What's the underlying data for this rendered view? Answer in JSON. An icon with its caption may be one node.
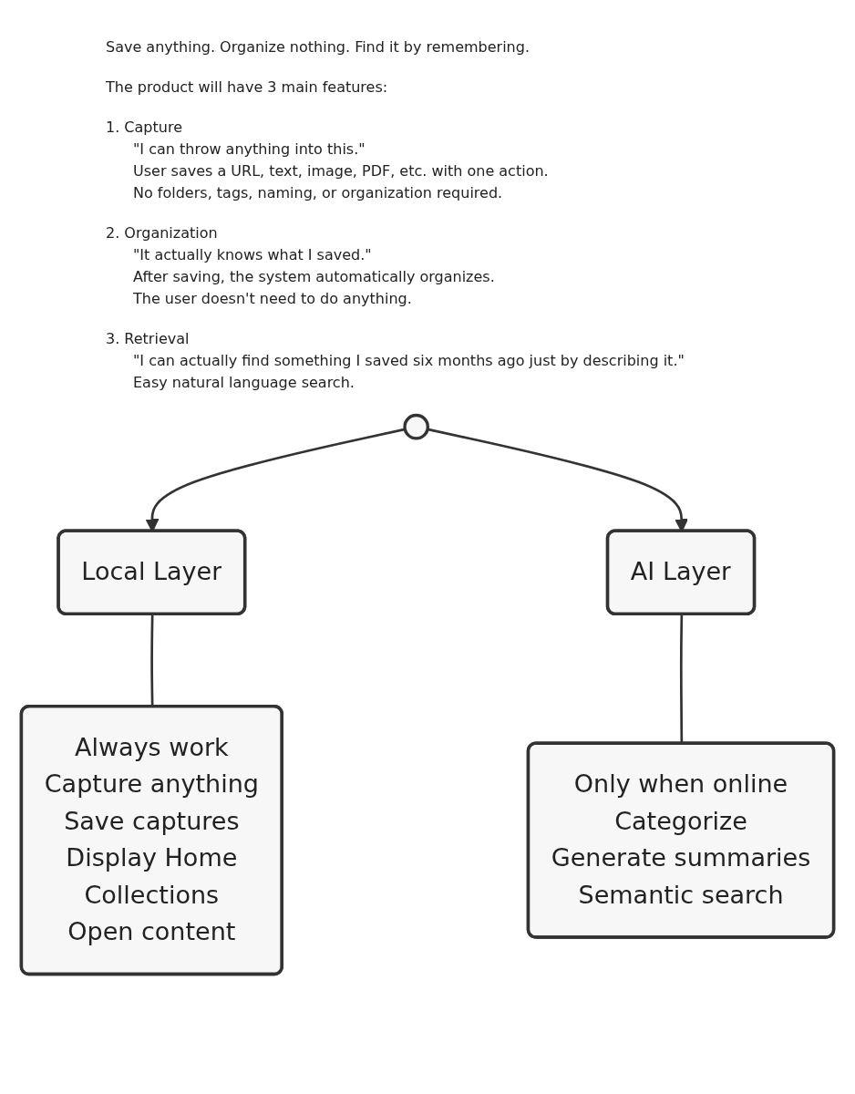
{
  "diagram": {
    "nodes": [
      {
        "text": [],
        "shape": "circle"
      },
      {
        "text": [
          "Local Layer"
        ]
      },
      {
        "text": [
          "AI Layer"
        ]
      },
      {
        "text": [
          "Always work",
          "Capture anything",
          "Save captures",
          "Display Home",
          "Collections",
          "Open content"
        ]
      },
      {
        "text": [
          "Only when online",
          "Categorize",
          "Generate summaries",
          "Semantic search"
        ]
      }
    ],
    "edges": [
      {
        "from": 0,
        "to": 1,
        "arrow": "to"
      },
      {
        "from": 0,
        "to": 2,
        "arrow": "to"
      },
      {
        "from": 1,
        "to": 3,
        "arrow": "none"
      },
      {
        "from": 2,
        "to": 4,
        "arrow": "none"
      }
    ],
    "labels": [
      "Save anything. Organize nothing. Find it by remembering.",
      "The product will have 3 main features:",
      "1. Capture",
      "\"I can throw anything into this.\"",
      "User saves a URL, text, image, PDF, etc. with one action.",
      "No folders, tags, naming, or organization required.",
      "2. Organization",
      "\"It actually knows what I saved.\"",
      "After saving, the system automatically organizes.",
      "The user doesn't need to do anything.",
      "3. Retrieval",
      "\"I can actually find something I saved six months ago just by describing it.\"",
      "Easy natural language search."
    ]
  }
}
